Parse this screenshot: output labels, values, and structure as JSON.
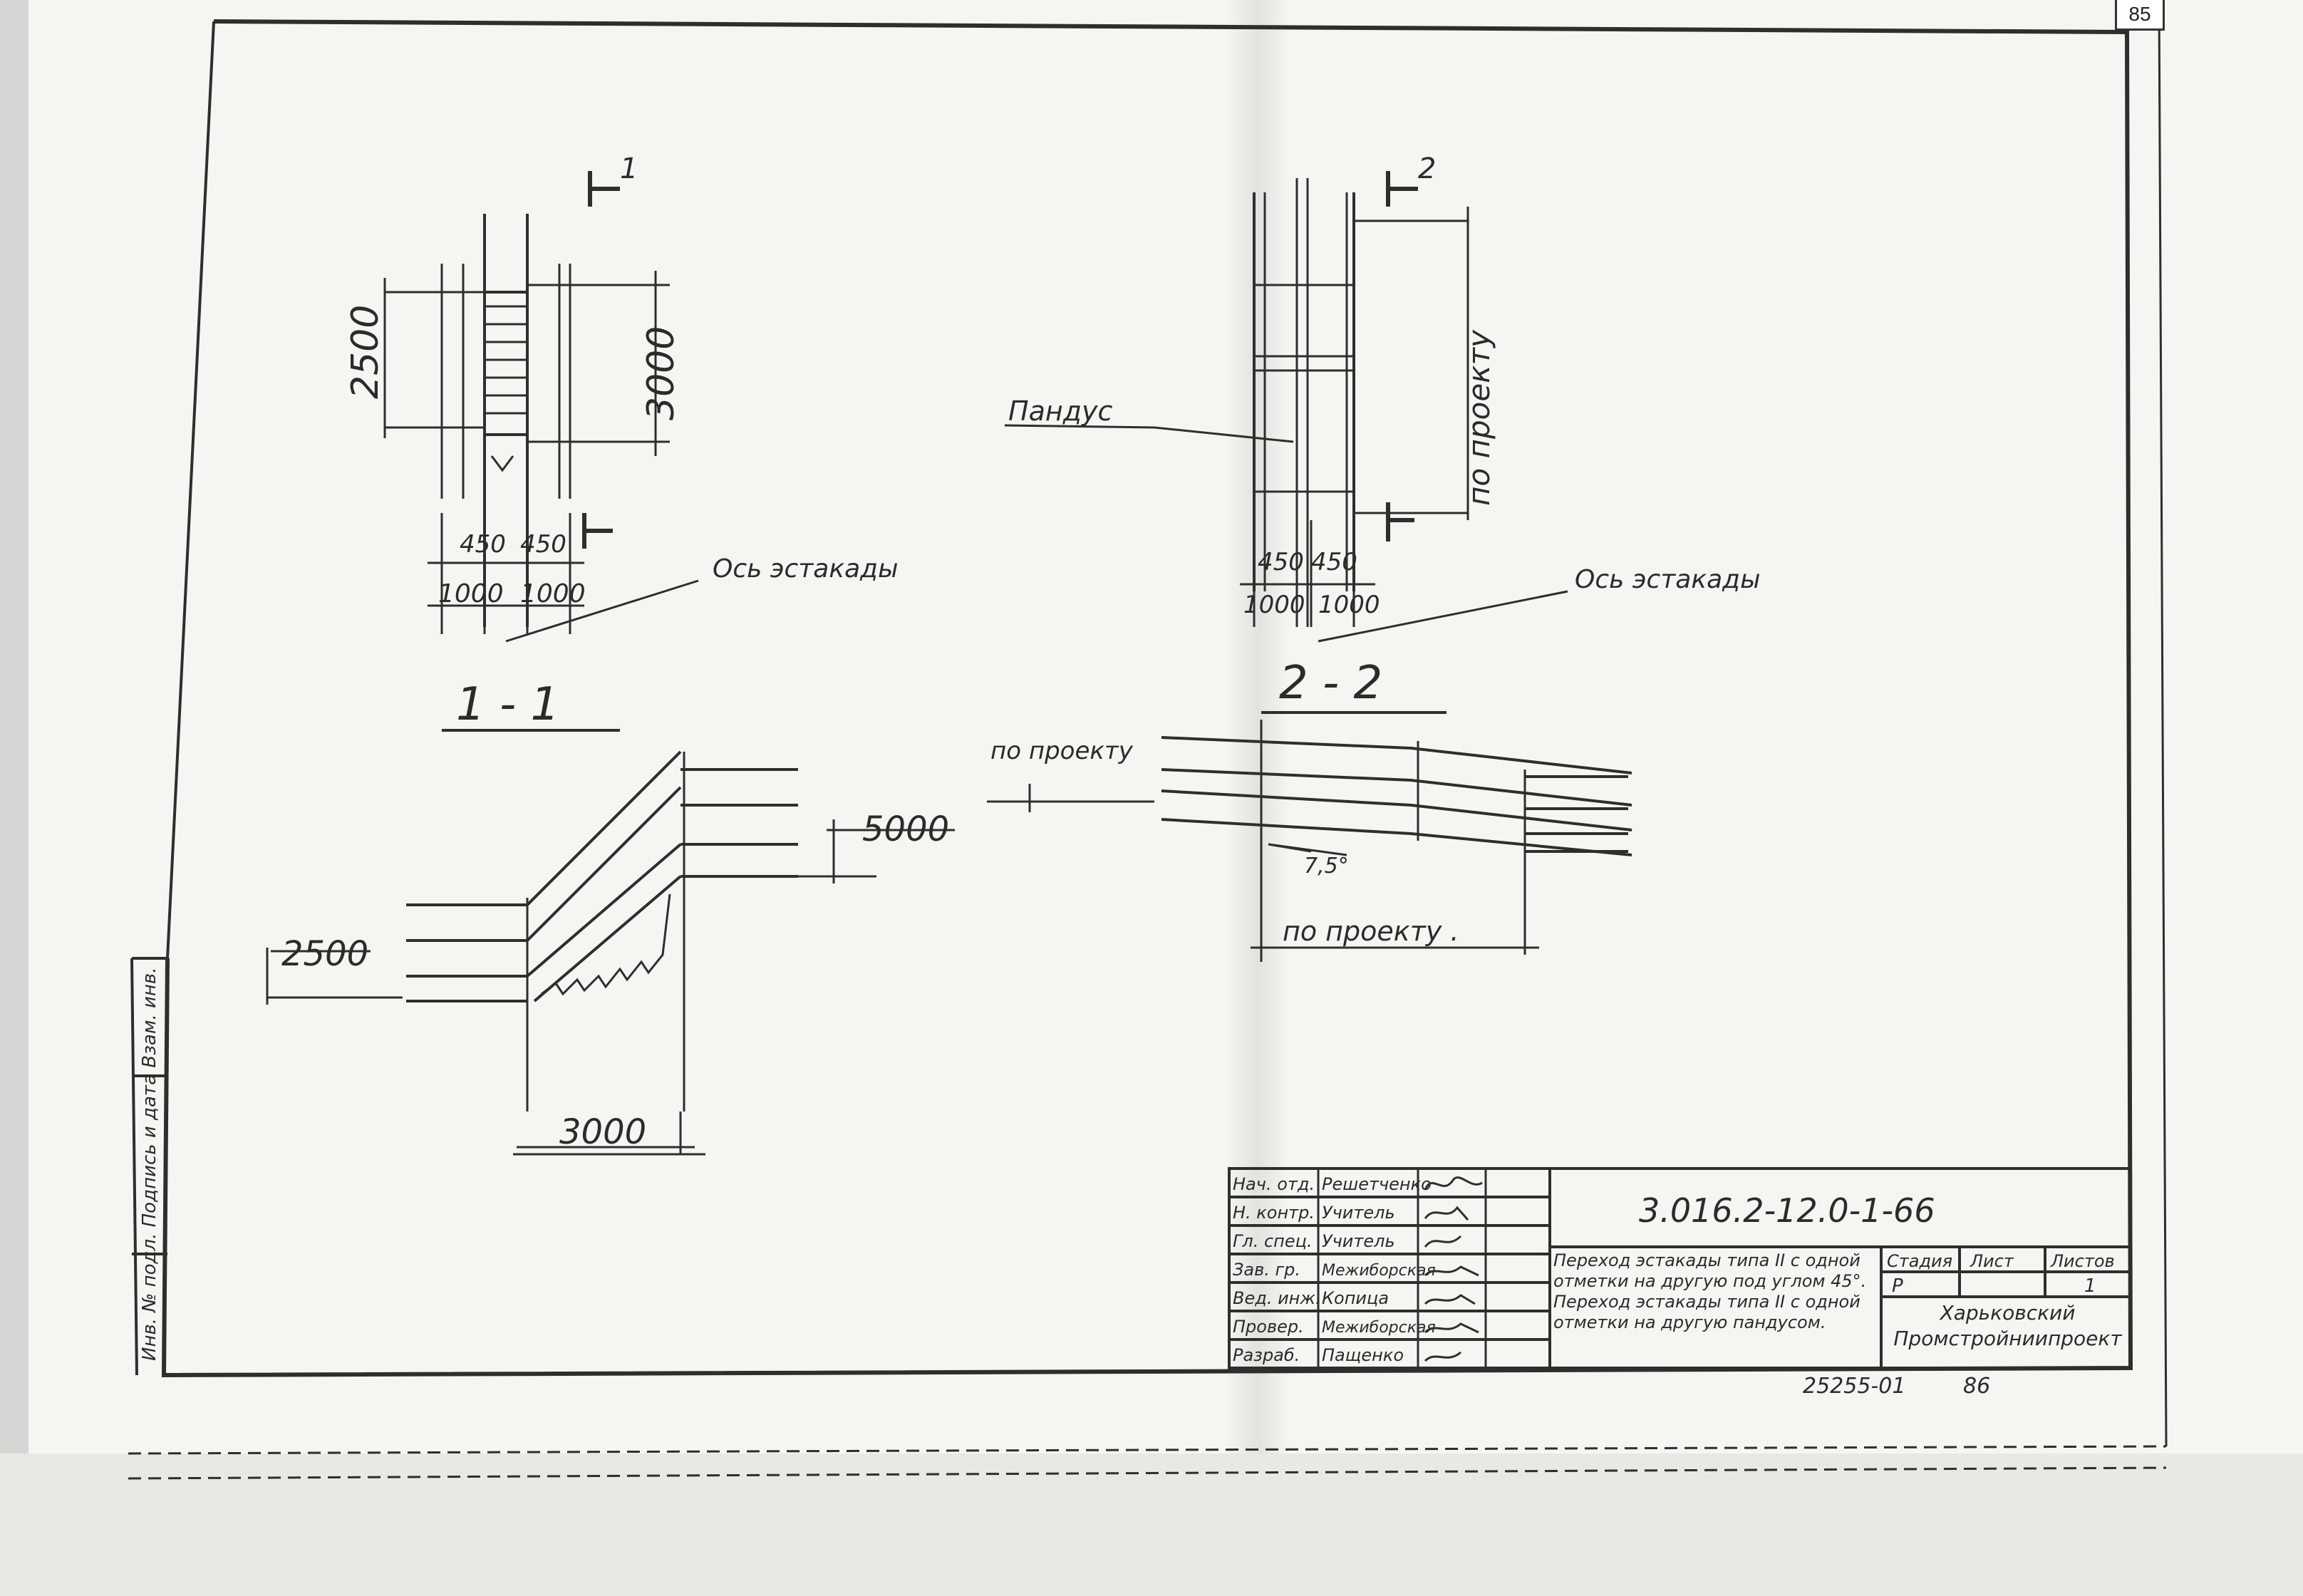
{
  "page_number": "85",
  "plan_1": {
    "section_mark": "1",
    "dim_left": "2500",
    "dim_right": "3000",
    "dim_bottom_a": "450",
    "dim_bottom_b": "450",
    "dim_bottom_c": "1000",
    "dim_bottom_d": "1000",
    "axis_label": "Ось эстакады"
  },
  "plan_2": {
    "section_mark": "2",
    "ramp_label": "Пандус",
    "dim_right": "по проекту",
    "dim_bottom_a": "450",
    "dim_bottom_b": "450",
    "dim_bottom_c": "1000",
    "dim_bottom_d": "1000",
    "axis_label": "Ось эстакады"
  },
  "section_1": {
    "title": "1 - 1",
    "dim_top": "5000",
    "dim_left": "2500",
    "dim_bottom": "3000"
  },
  "section_2": {
    "title": "2 - 2",
    "dim_top": "по проекту",
    "angle": "7,5°",
    "dim_bottom": "по проекту ."
  },
  "title_block": {
    "rows": [
      {
        "role": "Нач. отд.",
        "name": "Решетченко"
      },
      {
        "role": "Н. контр.",
        "name": "Учитель"
      },
      {
        "role": "Гл. спец.",
        "name": "Учитель"
      },
      {
        "role": "Зав. гр.",
        "name": "Межиборская"
      },
      {
        "role": "Вед. инж.",
        "name": "Копица"
      },
      {
        "role": "Провер.",
        "name": "Межиборская"
      },
      {
        "role": "Разраб.",
        "name": "Пащенко"
      }
    ],
    "code": "3.016.2-12.0-1-66",
    "description": "Переход эстакады типа II с одной отметки на другую под углом 45°. Переход эстакады типа II с одной отметки на другую пандусом.",
    "stage_header": "Стадия",
    "sheet_header": "Лист",
    "sheets_header": "Листов",
    "stage_value": "Р",
    "sheets_value": "1",
    "organization": "Харьковский Промстройниипроект",
    "footer_number": "25255-01",
    "footer_page": "86"
  },
  "margin_note": "Инв. № подл. Подпись и дата Взам. инв."
}
